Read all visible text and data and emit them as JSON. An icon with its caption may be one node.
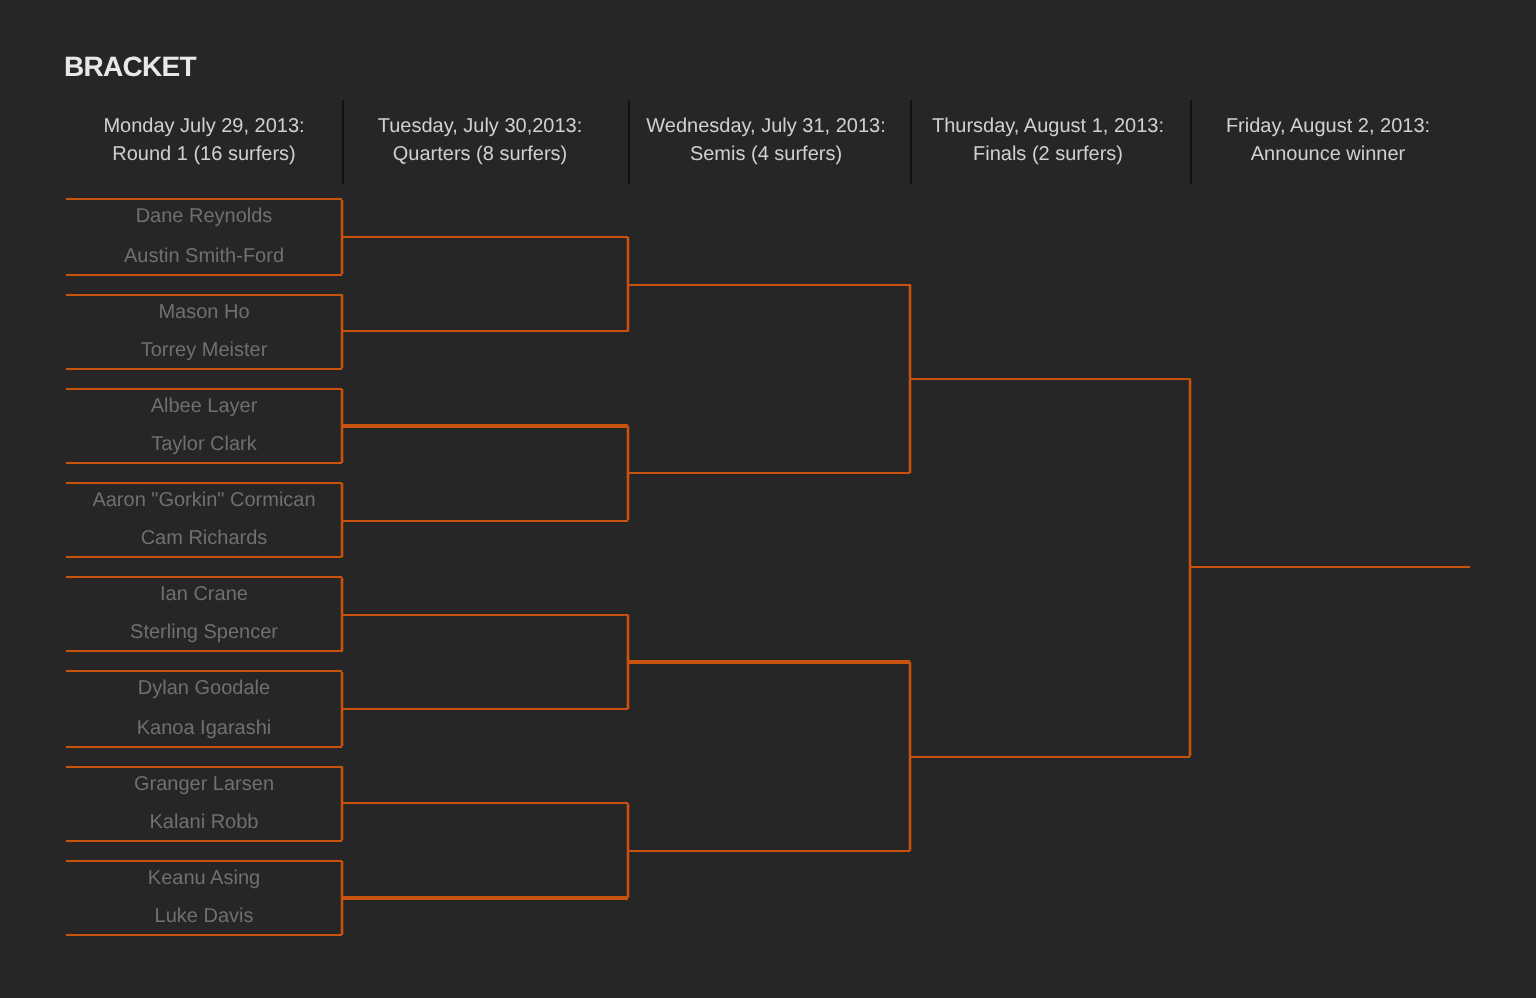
{
  "diagram": {
    "title": "BRACKET",
    "labels": [
      "Monday July 29, 2013: Round 1 (16 surfers)",
      "Tuesday, July 30,2013: Quarters (8 surfers)",
      "Wednesday, July 31, 2013: Semis (4 surfers)",
      "Thursday, August 1, 2013: Finals (2 surfers)",
      "Friday, August 2, 2013: Announce winner"
    ],
    "nodes": [
      {
        "text": [
          "Dane Reynolds"
        ]
      },
      {
        "text": [
          "Austin Smith-Ford"
        ]
      },
      {
        "text": [
          "Mason Ho"
        ]
      },
      {
        "text": [
          "Torrey Meister"
        ]
      },
      {
        "text": [
          "Albee Layer"
        ]
      },
      {
        "text": [
          "Taylor Clark"
        ]
      },
      {
        "text": [
          "Aaron \"Gorkin\" Cormican"
        ]
      },
      {
        "text": [
          "Cam Richards"
        ]
      },
      {
        "text": [
          "Ian Crane"
        ]
      },
      {
        "text": [
          "Sterling Spencer"
        ]
      },
      {
        "text": [
          "Dylan Goodale"
        ]
      },
      {
        "text": [
          "Kanoa Igarashi"
        ]
      },
      {
        "text": [
          "Granger Larsen"
        ]
      },
      {
        "text": [
          "Kalani Robb"
        ]
      },
      {
        "text": [
          "Keanu Asing"
        ]
      },
      {
        "text": [
          "Luke Davis"
        ]
      },
      {
        "text": [],
        "shape": "bar"
      },
      {
        "text": [],
        "shape": "bar"
      },
      {
        "text": [],
        "shape": "bar"
      },
      {
        "text": [],
        "shape": "bar"
      },
      {
        "text": [],
        "shape": "bar"
      },
      {
        "text": [],
        "shape": "bar"
      },
      {
        "text": [],
        "shape": "bar"
      },
      {
        "text": [],
        "shape": "bar"
      },
      {
        "text": [],
        "shape": "bar"
      },
      {
        "text": [],
        "shape": "bar"
      },
      {
        "text": [],
        "shape": "bar"
      },
      {
        "text": [],
        "shape": "bar"
      },
      {
        "text": [],
        "shape": "bar"
      },
      {
        "text": [],
        "shape": "bar"
      },
      {
        "text": [],
        "shape": "bar"
      }
    ],
    "edges": [
      {
        "from": 0,
        "to": 16,
        "arrow": "none"
      },
      {
        "from": 1,
        "to": 16,
        "arrow": "none"
      },
      {
        "from": 2,
        "to": 17,
        "arrow": "none"
      },
      {
        "from": 3,
        "to": 17,
        "arrow": "none"
      },
      {
        "from": 4,
        "to": 18,
        "arrow": "none"
      },
      {
        "from": 5,
        "to": 18,
        "arrow": "none"
      },
      {
        "from": 6,
        "to": 19,
        "arrow": "none"
      },
      {
        "from": 7,
        "to": 19,
        "arrow": "none"
      },
      {
        "from": 8,
        "to": 20,
        "arrow": "none"
      },
      {
        "from": 9,
        "to": 20,
        "arrow": "none"
      },
      {
        "from": 10,
        "to": 21,
        "arrow": "none"
      },
      {
        "from": 11,
        "to": 21,
        "arrow": "none"
      },
      {
        "from": 12,
        "to": 22,
        "arrow": "none"
      },
      {
        "from": 13,
        "to": 22,
        "arrow": "none"
      },
      {
        "from": 14,
        "to": 23,
        "arrow": "none"
      },
      {
        "from": 15,
        "to": 23,
        "arrow": "none"
      },
      {
        "from": 16,
        "to": 24,
        "arrow": "none"
      },
      {
        "from": 17,
        "to": 24,
        "arrow": "none"
      },
      {
        "from": 18,
        "to": 25,
        "arrow": "none"
      },
      {
        "from": 19,
        "to": 25,
        "arrow": "none"
      },
      {
        "from": 20,
        "to": 26,
        "arrow": "none"
      },
      {
        "from": 21,
        "to": 26,
        "arrow": "none"
      },
      {
        "from": 22,
        "to": 27,
        "arrow": "none"
      },
      {
        "from": 23,
        "to": 27,
        "arrow": "none"
      },
      {
        "from": 24,
        "to": 28,
        "arrow": "none"
      },
      {
        "from": 25,
        "to": 28,
        "arrow": "none"
      },
      {
        "from": 26,
        "to": 29,
        "arrow": "none"
      },
      {
        "from": 27,
        "to": 29,
        "arrow": "none"
      },
      {
        "from": 28,
        "to": 30,
        "arrow": "none"
      },
      {
        "from": 29,
        "to": 30,
        "arrow": "none"
      }
    ]
  }
}
